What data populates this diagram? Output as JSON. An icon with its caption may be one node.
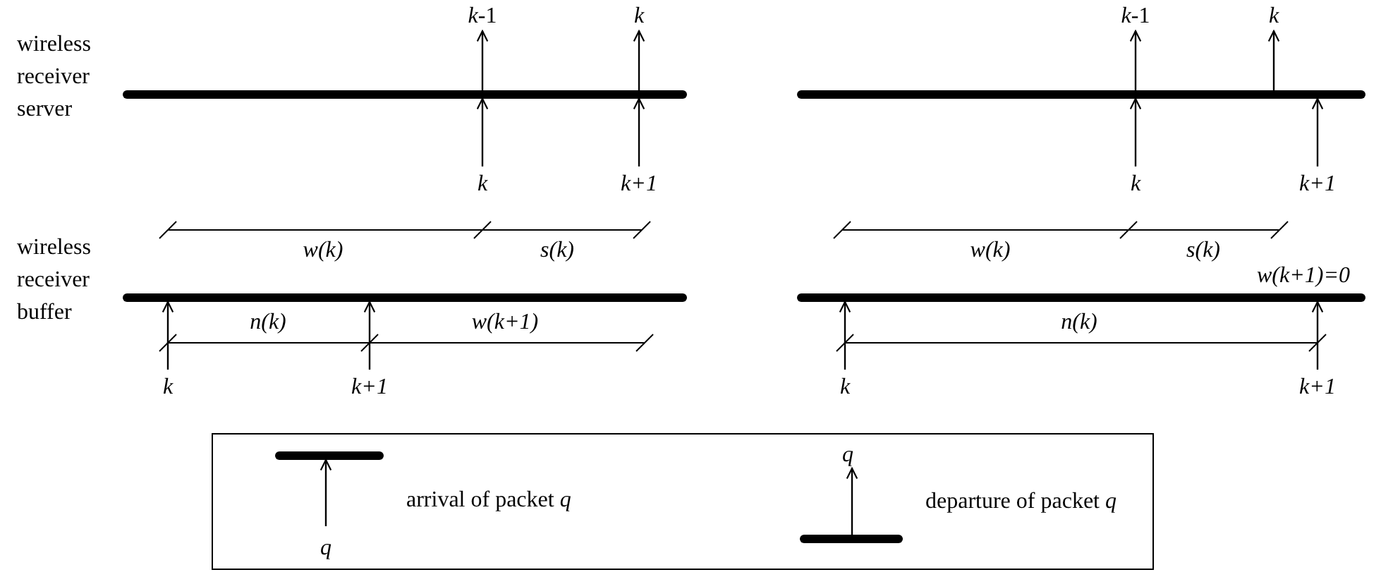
{
  "diagram": {
    "nodes": [
      {
        "text": [],
        "shape": "bar",
        "beside": [
          "wireless receiver server"
        ]
      },
      {
        "text": [],
        "shape": "bar",
        "beside": [
          "wireless receiver buffer"
        ]
      },
      {
        "text": [],
        "shape": "bar"
      },
      {
        "text": [],
        "shape": "bar"
      },
      {
        "text": [
          "*k*-1"
        ]
      },
      {
        "text": [
          "k"
        ]
      },
      {
        "text": [
          "*k*-1"
        ]
      },
      {
        "text": [
          "k"
        ]
      },
      {
        "text": [
          "k"
        ]
      },
      {
        "text": [
          "k+1"
        ]
      },
      {
        "text": [
          "k"
        ]
      },
      {
        "text": [
          "k+1"
        ]
      },
      {
        "text": [
          "k"
        ]
      },
      {
        "text": [
          "k+1"
        ]
      },
      {
        "text": [
          "k"
        ]
      },
      {
        "text": [
          "k+1"
        ]
      }
    ],
    "edges": [
      {
        "from": 0,
        "to": 4,
        "arrow": "to"
      },
      {
        "from": 0,
        "to": 5,
        "arrow": "to"
      },
      {
        "from": 8,
        "to": 0,
        "arrow": "to"
      },
      {
        "from": 9,
        "to": 0,
        "arrow": "to"
      },
      {
        "from": 2,
        "to": 6,
        "arrow": "to"
      },
      {
        "from": 2,
        "to": 7,
        "arrow": "to"
      },
      {
        "from": 10,
        "to": 2,
        "arrow": "to"
      },
      {
        "from": 11,
        "to": 2,
        "arrow": "to"
      },
      {
        "from": 12,
        "to": 1,
        "arrow": "to"
      },
      {
        "from": 13,
        "to": 1,
        "arrow": "to"
      },
      {
        "from": 14,
        "to": 3,
        "arrow": "to"
      },
      {
        "from": 15,
        "to": 3,
        "arrow": "to"
      }
    ],
    "labels": [
      "w(k)",
      "s(k)",
      "w(k)",
      "s(k)",
      "w(k+1)=0",
      "n(k)",
      "w(k+1)",
      "n(k)",
      "q",
      "q"
    ],
    "legend": [
      {
        "text": "arrival of packet *q*"
      },
      {
        "text": "departure of packet *q*"
      }
    ]
  }
}
